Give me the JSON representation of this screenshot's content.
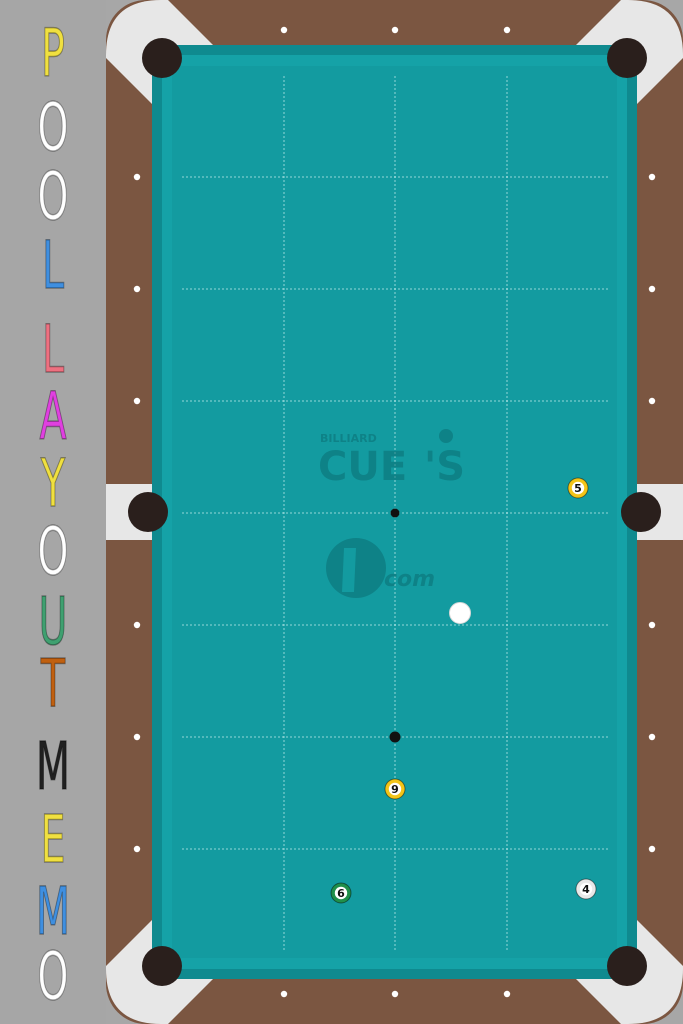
{
  "app": {
    "title_letters": [
      {
        "ch": "P",
        "color": "#f0e040"
      },
      {
        "ch": "O",
        "color": "#ffffff"
      },
      {
        "ch": "O",
        "color": "#ffffff"
      },
      {
        "ch": "L",
        "color": "#3f8fe0"
      },
      {
        "ch": "L",
        "color": "#ee7080"
      },
      {
        "ch": "A",
        "color": "#e040e0"
      },
      {
        "ch": "Y",
        "color": "#f0e040"
      },
      {
        "ch": "O",
        "color": "#ffffff"
      },
      {
        "ch": "U",
        "color": "#3fa070"
      },
      {
        "ch": "T",
        "color": "#c06010"
      },
      {
        "ch": "M",
        "color": "#202020"
      },
      {
        "ch": "E",
        "color": "#f0e040"
      },
      {
        "ch": "M",
        "color": "#3f8fe0"
      },
      {
        "ch": "O",
        "color": "#ffffff"
      }
    ]
  },
  "table": {
    "colors": {
      "felt": "#139ba0",
      "rail": "#7b5641",
      "corner": "#e7e7e7",
      "pocket": "#2a1f1c",
      "diamond": "#ffffff",
      "grid": "#ffffff"
    },
    "logo": {
      "top": "BILLIARD",
      "main": "CUE",
      "apost": "'S",
      "sub": "com"
    },
    "balls": [
      {
        "label": "5",
        "type": "stripe",
        "stripe_color": "#f2c418"
      },
      {
        "label": "9",
        "type": "stripe",
        "stripe_color": "#f2c418"
      },
      {
        "label": "6",
        "type": "stripe",
        "stripe_color": "#1f8f4a"
      },
      {
        "label": "4",
        "type": "stripe",
        "stripe_color": "#e8e8e8"
      },
      {
        "label": "",
        "type": "cue",
        "stripe_color": "#ffffff"
      }
    ]
  }
}
